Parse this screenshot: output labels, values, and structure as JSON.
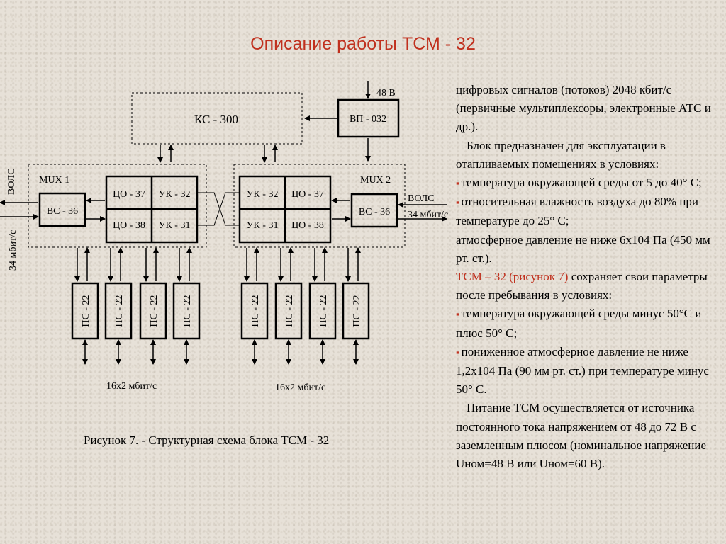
{
  "title": "Описание работы ТСМ - 32",
  "diagram": {
    "ks": "КС - 300",
    "vp": "ВП - 032",
    "v48": "48 В",
    "mux1": "MUX 1",
    "mux2": "MUX 2",
    "vs_left": "ВС - 36",
    "vs_right": "ВС - 36",
    "co37_l": "ЦО - 37",
    "uk32_l": "УК - 32",
    "co38_l": "ЦО - 38",
    "uk31_l": "УК - 31",
    "uk32_r": "УК - 32",
    "co37_r": "ЦО - 37",
    "uk31_r": "УК - 31",
    "co38_r": "ЦО - 38",
    "vols_left": "ВОЛС",
    "rate_left": "34 мбит/с",
    "vols_right": "ВОЛС",
    "rate_right": "34 мбит/с",
    "ps": [
      "ПС - 22",
      "ПС - 22",
      "ПС - 22",
      "ПС - 22",
      "ПС - 22",
      "ПС - 22",
      "ПС - 22",
      "ПС - 22"
    ],
    "bottom_left": "16х2 мбит/с",
    "bottom_right": "16х2 мбит/с"
  },
  "caption": "Рисунок 7. - Структурная схема блока ТСМ - 32",
  "text": {
    "p1": "цифровых сигналов (потоков) 2048 кбит/с (первичные мультиплексоры, электронные АТС и др.).",
    "p2": "Блок предназначен  для эксплуатации в отапливаемых помещениях в условиях:",
    "b1": "температура окружающей среды от 5 до 40° С;",
    "b2": "относительная влажность воздуха до 80% при температуре до 25° С;",
    "p3": "атмосферное давление не ниже 6х104 Па (450 мм рт. ст.).",
    "p4_red": "ТСМ – 32 (рисунок 7)",
    "p4_rest": "  сохраняет свои параметры после пребывания в условиях:",
    "b3": "температура окружающей среды минус 50°С и плюс 50° С;",
    "b4": "пониженное атмосферное давление не ниже 1,2х104 Па (90 мм рт. ст.) при температуре минус 50° С.",
    "p5": "Питание ТСМ осуществляется от источника постоянного тока напряжением от 48 до 72 В с заземленным плюсом (номинальное напряжение Uном=48 В или Uном=60 В)."
  }
}
